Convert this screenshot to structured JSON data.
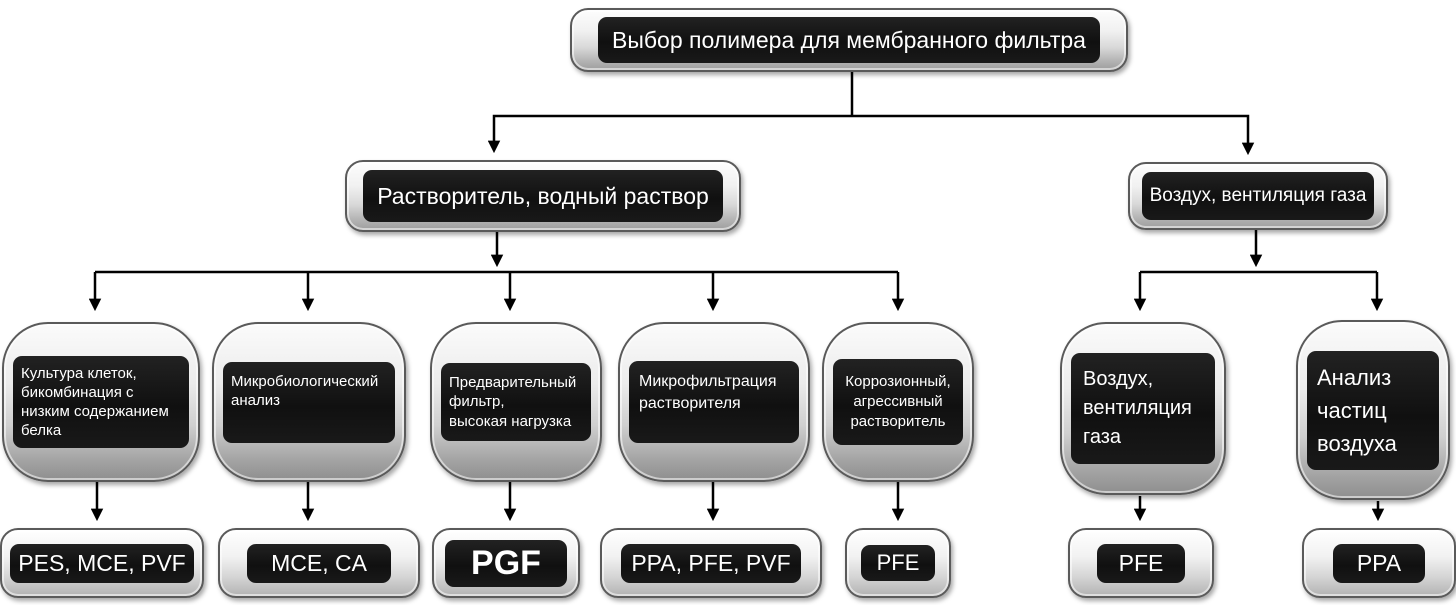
{
  "diagram": {
    "root": {
      "label": "Выбор полимера для мембранного фильтра"
    },
    "branches": [
      {
        "label": "Растворитель, водный раствор",
        "children": [
          {
            "label": "Культура клеток,\nбикомбинация с\nнизким содержанием\nбелка",
            "result": "PES, MCE, PVF"
          },
          {
            "label": "Микробиологический\nанализ",
            "result": "MCE, CA"
          },
          {
            "label": "Предварительный\nфильтр,\nвысокая нагрузка",
            "result": "PGF"
          },
          {
            "label": "Микрофильтрация\nрастворителя",
            "result": "PPA, PFE, PVF"
          },
          {
            "label": "Коррозионный,\nагрессивный\nрастворитель",
            "result": "PFE"
          }
        ]
      },
      {
        "label": "Воздух, вентиляция газа",
        "children": [
          {
            "label": "Воздух,\nвентиляция\nгаза",
            "result": "PFE"
          },
          {
            "label": "Анализ\nчастиц\nвоздуха",
            "result": "PPA"
          }
        ]
      }
    ],
    "colors": {
      "line": "#000000",
      "node_border": "#5a5a5a",
      "plate": "#111111",
      "text": "#ffffff"
    }
  }
}
